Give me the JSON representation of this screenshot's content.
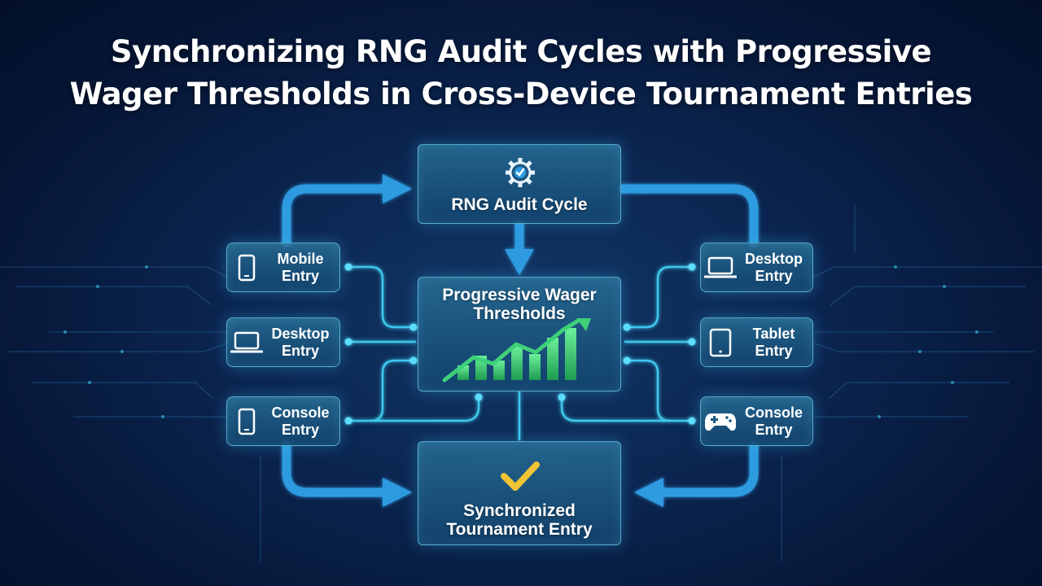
{
  "title": {
    "line1": "Synchronizing RNG Audit Cycles with Progressive",
    "line2": "Wager Thresholds in Cross-Device Tournament Entries"
  },
  "nodes": {
    "rng_audit": {
      "label": "RNG Audit Cycle",
      "icon": "gear-check-icon"
    },
    "wager_thresholds": {
      "label": "Progressive Wager\nThresholds",
      "icon": "rising-bar-chart-icon"
    },
    "synchronized_entry": {
      "label": "Synchronized\nTournament Entry",
      "icon": "checkmark-icon"
    }
  },
  "left_devices": [
    {
      "label": "Mobile\nEntry",
      "icon": "smartphone-icon"
    },
    {
      "label": "Desktop\nEntry",
      "icon": "laptop-icon"
    },
    {
      "label": "Console\nEntry",
      "icon": "smartphone-icon"
    }
  ],
  "right_devices": [
    {
      "label": "Desktop\nEntry",
      "icon": "laptop-icon"
    },
    {
      "label": "Tablet\nEntry",
      "icon": "tablet-icon"
    },
    {
      "label": "Console\nEntry",
      "icon": "gamepad-icon"
    }
  ],
  "colors": {
    "background": "#0b2550",
    "flow_arrow": "#2f9be0",
    "connector": "#3ec8ec",
    "chart_bar": "#3fd07a",
    "checkmark": "#f0c434",
    "node_border": "#6ec8eb"
  }
}
